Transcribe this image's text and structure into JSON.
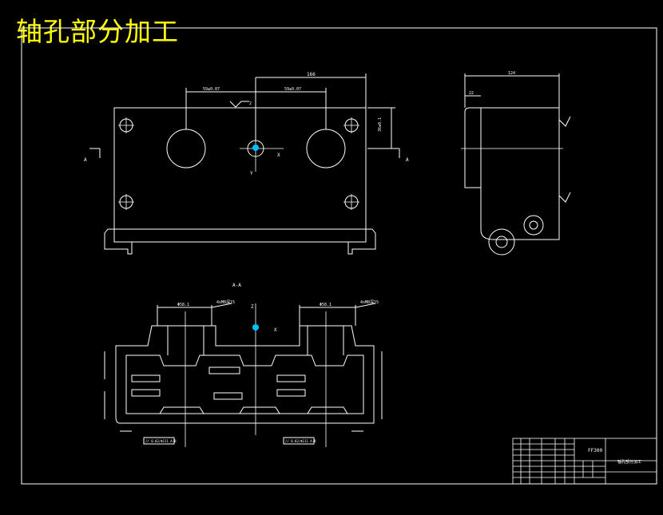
{
  "title": "轴孔部分加工",
  "colors": {
    "background": "#000000",
    "lines": "#ffffff",
    "title": "#ffff00",
    "datum_marker": "#00bfff"
  },
  "front_view": {
    "top_dim": "166",
    "left_dim": "59±0.07",
    "right_dim": "59±0.07",
    "height_dim": "36±0.1",
    "finish_mark": "2",
    "axis_x": "X",
    "axis_y": "Y",
    "section_letter": "A"
  },
  "side_view": {
    "top_dim": "124",
    "left_dim": "22"
  },
  "section_view": {
    "label": "A-A",
    "axis_z": "Z",
    "axis_x": "X",
    "left_bore_dim": "Φ58.1",
    "right_bore_dim": "Φ58.1",
    "left_leader_note": "4xM8深15",
    "right_leader_note": "4xM8深15",
    "bottom_note_left": "// 0.02/Φ111 A-B",
    "bottom_note_right": "// 0.02/Φ111 A-B"
  },
  "title_block": {
    "part_code": "FF300",
    "part_name": "轴孔部分加工"
  }
}
